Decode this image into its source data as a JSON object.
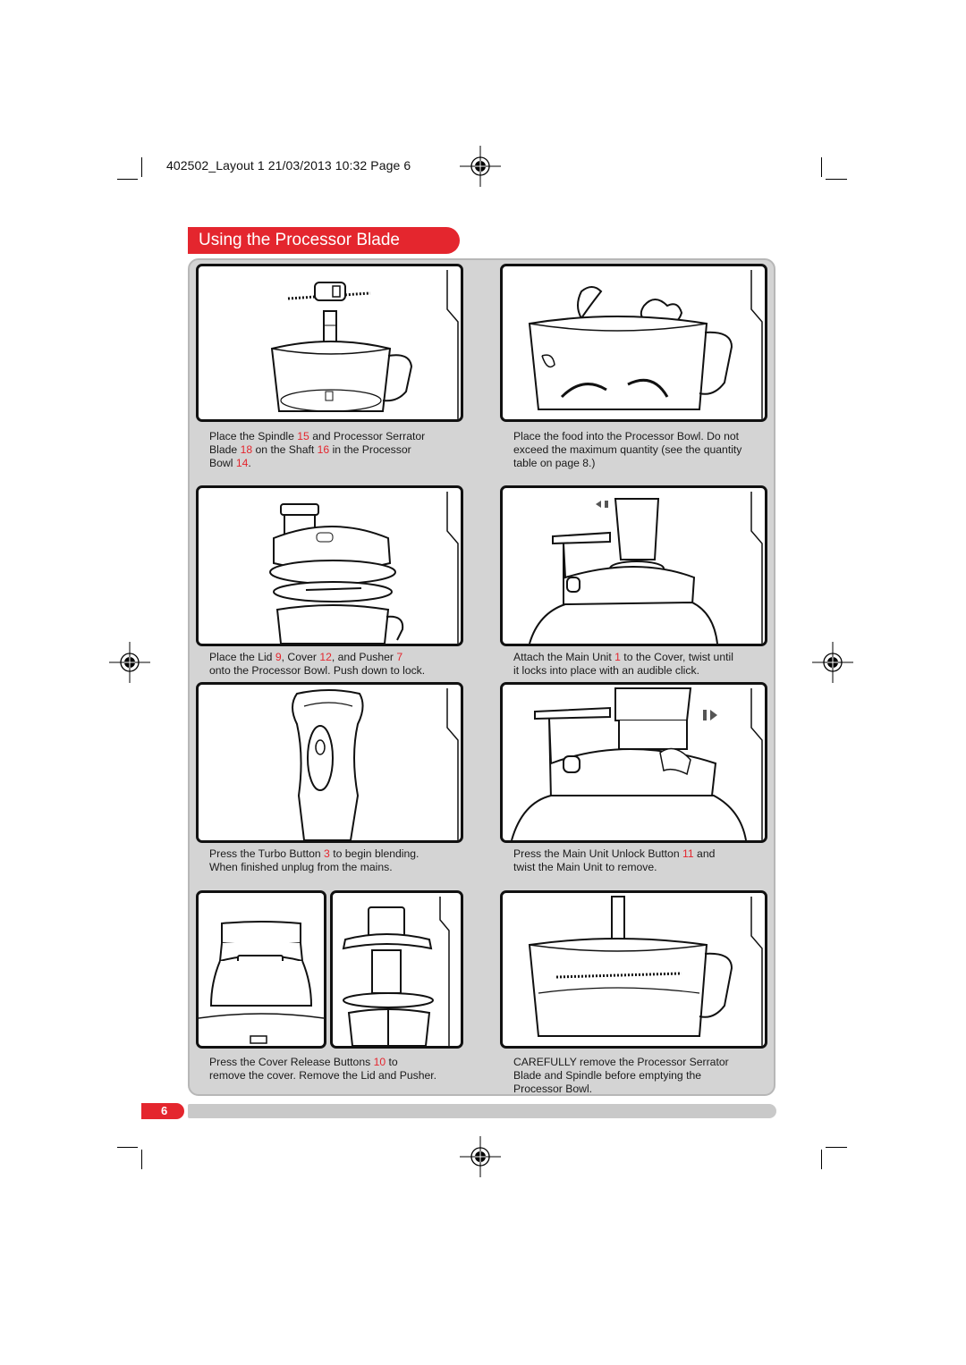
{
  "slug": "402502_Layout 1  21/03/2013  10:32  Page 6",
  "section_title": "Using the Processor Blade",
  "steps": {
    "s1": {
      "parts": [
        "Place the Spindle ",
        "15",
        " and Processor Serrator",
        "Blade ",
        "18",
        " on the Shaft ",
        "16",
        " in the Processor",
        "Bowl ",
        "14",
        "."
      ]
    },
    "s2": {
      "line1": "Place the food into the Processor Bowl. Do not",
      "line2": "exceed the maximum quantity (see the quantity",
      "line3": "table on page 8.)"
    },
    "s3": {
      "parts": [
        "Place the Lid ",
        "9",
        ", Cover ",
        "12",
        ", and Pusher ",
        "7",
        "onto the Processor Bowl. Push down to lock."
      ]
    },
    "s4": {
      "parts": [
        "Attach the Main Unit ",
        "1",
        " to the Cover, twist until",
        "it locks into place with an audible click."
      ]
    },
    "s5": {
      "parts": [
        "Press the Turbo Button ",
        "3",
        " to begin blending.",
        "When finished unplug from the mains."
      ]
    },
    "s6": {
      "parts": [
        "Press the Main Unit Unlock Button ",
        "11",
        " and",
        "twist the Main Unit to remove."
      ]
    },
    "s7": {
      "parts": [
        "Press the Cover Release Buttons ",
        "10",
        " to",
        "remove the cover. Remove the Lid and Pusher."
      ]
    },
    "s8": {
      "line1": "CAREFULLY remove the Processor Serrator",
      "line2": "Blade and Spindle before emptying the",
      "line3": "Processor Bowl."
    }
  },
  "page_number": "6",
  "colors": {
    "accent": "#e4262e",
    "panel": "#d4d4d4"
  }
}
